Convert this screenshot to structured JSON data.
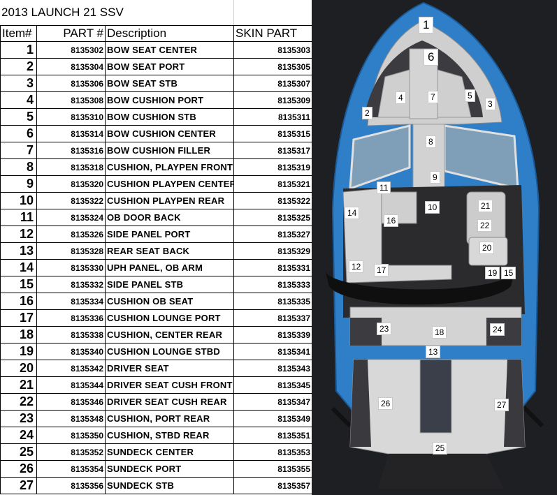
{
  "title": "2013 LAUNCH 21 SSV",
  "headers": {
    "item": "Item#",
    "part": "PART #",
    "description": "Description",
    "skin": "SKIN PART"
  },
  "rows": [
    {
      "item": "1",
      "part": "8135302",
      "description": "BOW SEAT CENTER",
      "skin": "8135303"
    },
    {
      "item": "2",
      "part": "8135304",
      "description": "BOW SEAT PORT",
      "skin": "8135305"
    },
    {
      "item": "3",
      "part": "8135306",
      "description": "BOW SEAT STB",
      "skin": "8135307"
    },
    {
      "item": "4",
      "part": "8135308",
      "description": "BOW CUSHION PORT",
      "skin": "8135309"
    },
    {
      "item": "5",
      "part": "8135310",
      "description": "BOW CUSHION STB",
      "skin": "8135311"
    },
    {
      "item": "6",
      "part": "8135314",
      "description": "BOW CUSHION CENTER",
      "skin": "8135315"
    },
    {
      "item": "7",
      "part": "8135316",
      "description": "BOW CUSHION FILLER",
      "skin": "8135317"
    },
    {
      "item": "8",
      "part": "8135318",
      "description": "CUSHION, PLAYPEN FRONT",
      "skin": "8135319"
    },
    {
      "item": "9",
      "part": "8135320",
      "description": "CUSHION PLAYPEN CENTER",
      "skin": "8135321"
    },
    {
      "item": "10",
      "part": "8135322",
      "description": "CUSHION PLAYPEN REAR",
      "skin": "8135322"
    },
    {
      "item": "11",
      "part": "8135324",
      "description": "OB DOOR BACK",
      "skin": "8135325"
    },
    {
      "item": "12",
      "part": "8135326",
      "description": "SIDE PANEL PORT",
      "skin": "8135327"
    },
    {
      "item": "13",
      "part": "8135328",
      "description": "REAR SEAT BACK",
      "skin": "8135329"
    },
    {
      "item": "14",
      "part": "8135330",
      "description": "UPH PANEL, OB ARM",
      "skin": "8135331"
    },
    {
      "item": "15",
      "part": "8135332",
      "description": "SIDE PANEL STB",
      "skin": "8135333"
    },
    {
      "item": "16",
      "part": "8135334",
      "description": "CUSHION OB SEAT",
      "skin": "8135335"
    },
    {
      "item": "17",
      "part": "8135336",
      "description": "CUSHION LOUNGE PORT",
      "skin": "8135337"
    },
    {
      "item": "18",
      "part": "8135338",
      "description": "CUSHION, CENTER REAR",
      "skin": "8135339"
    },
    {
      "item": "19",
      "part": "8135340",
      "description": "CUSHION LOUNGE STBD",
      "skin": "8135341"
    },
    {
      "item": "20",
      "part": "8135342",
      "description": "DRIVER SEAT",
      "skin": "8135343"
    },
    {
      "item": "21",
      "part": "8135344",
      "description": "DRIVER SEAT CUSH FRONT",
      "skin": "8135345"
    },
    {
      "item": "22",
      "part": "8135346",
      "description": "DRIVER SEAT CUSH REAR",
      "skin": "8135347"
    },
    {
      "item": "23",
      "part": "8135348",
      "description": "CUSHION, PORT REAR",
      "skin": "8135349"
    },
    {
      "item": "24",
      "part": "8135350",
      "description": "CUSHION, STBD REAR",
      "skin": "8135351"
    },
    {
      "item": "25",
      "part": "8135352",
      "description": "SUNDECK CENTER",
      "skin": "8135353"
    },
    {
      "item": "26",
      "part": "8135354",
      "description": "SUNDECK PORT",
      "skin": "8135355"
    },
    {
      "item": "27",
      "part": "8135356",
      "description": "SUNDECK STB",
      "skin": "8135357"
    }
  ],
  "photo_labels": [
    "1",
    "6",
    "4",
    "7",
    "5",
    "2",
    "3",
    "8",
    "9",
    "11",
    "21",
    "10",
    "14",
    "16",
    "22",
    "20",
    "12",
    "17",
    "19",
    "15",
    "23",
    "18",
    "24",
    "13",
    "26",
    "27",
    "25"
  ],
  "colors": {
    "hull": "#2e7fc8",
    "vinyl_light": "#d6d6d6",
    "vinyl_dark": "#4a4a4e",
    "floor": "#2b2b2e"
  }
}
